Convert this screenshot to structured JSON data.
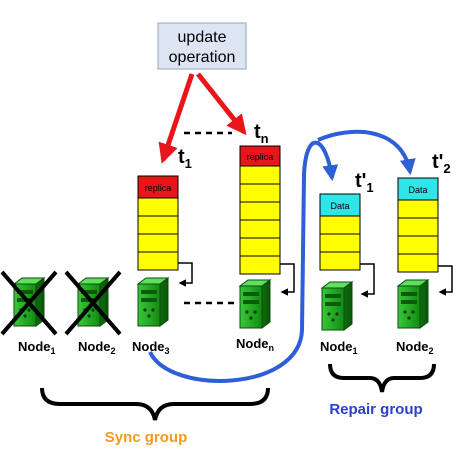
{
  "update_box": {
    "line1": "update",
    "line2": "operation"
  },
  "time_labels": {
    "t1": "t",
    "t1_sub": "1",
    "tn": "t",
    "tn_sub": "n",
    "tp1": "t'",
    "tp1_sub": "1",
    "tp2": "t'",
    "tp2_sub": "2"
  },
  "stack_labels": {
    "replica": "replica",
    "data": "Data"
  },
  "nodes": [
    {
      "name": "Node",
      "sub": "1",
      "crossed": true
    },
    {
      "name": "Node",
      "sub": "2",
      "crossed": true
    },
    {
      "name": "Node",
      "sub": "3",
      "crossed": false
    },
    {
      "name": "Node",
      "sub": "n",
      "crossed": false
    },
    {
      "name": "Node",
      "sub": "1",
      "crossed": false
    },
    {
      "name": "Node",
      "sub": "2",
      "crossed": false
    }
  ],
  "groups": {
    "sync": "Sync group",
    "repair": "Repair group"
  },
  "colors": {
    "red": "#e8161b",
    "blue": "#2e5fd6",
    "yellow": "#ffff00",
    "cyan": "#2fe5e8",
    "green": "#1fa81f",
    "orange": "#f29a1d",
    "repair_text": "#2a3fd0",
    "box_bg": "#dde4f4"
  }
}
